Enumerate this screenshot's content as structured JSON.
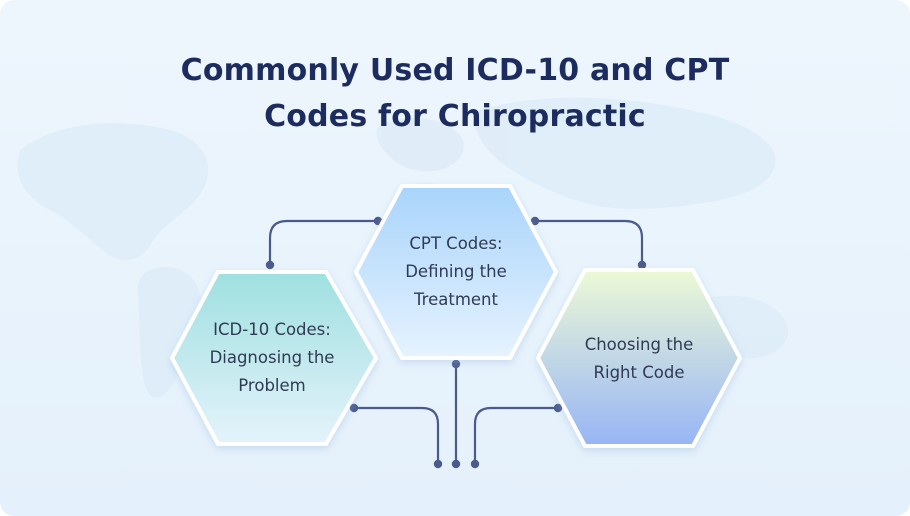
{
  "title": {
    "line1": "Commonly Used ICD-10 and CPT",
    "line2": "Codes for Chiropractic"
  },
  "hexagons": [
    {
      "id": "icd10",
      "lines": [
        "ICD-10 Codes:",
        "Diagnosing the",
        "Problem"
      ],
      "gradient": [
        "#9fe0e0",
        "#e4f3fb"
      ]
    },
    {
      "id": "cpt",
      "lines": [
        "CPT Codes:",
        "Defining the",
        "Treatment"
      ],
      "gradient": [
        "#a9d4fb",
        "#e6f3ff"
      ]
    },
    {
      "id": "choosing",
      "lines": [
        "Choosing the",
        "Right Code"
      ],
      "gradient": [
        "#ecf9d6",
        "#97b5f5"
      ]
    }
  ],
  "colors": {
    "title": "#1d2c5e",
    "connector": "#4a5a8c",
    "hex_border": "#ffffff",
    "background": "#eef6fd"
  }
}
